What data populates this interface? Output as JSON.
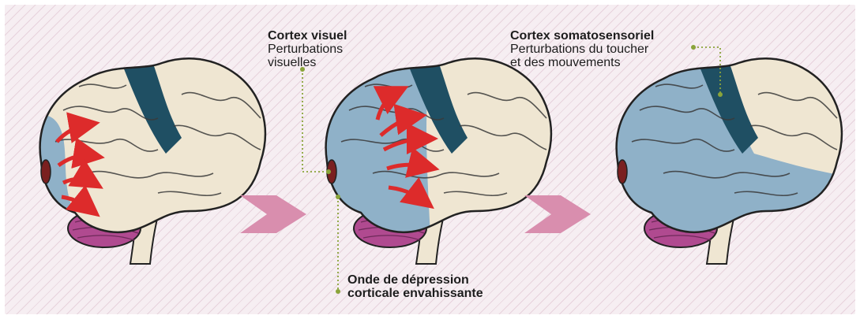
{
  "labels": {
    "visual": {
      "title": "Cortex visuel",
      "line1": "Perturbations",
      "line2": "visuelles"
    },
    "somato": {
      "title": "Cortex somatosensoriel",
      "line1": "Perturbations du toucher",
      "line2": "et des mouvements"
    },
    "wave": {
      "line1": "Onde de dépression",
      "line2": "corticale envahissante"
    }
  },
  "colors": {
    "background": "#f6eef2",
    "stripe": "#d6b0c2",
    "brain_cream": "#efe6d2",
    "affected_blue": "#8fb1c8",
    "dark_sulcus": "#1f4f63",
    "cerebellum": "#b04a90",
    "arrow": "#dd2b2b",
    "chevron": "#d98eae",
    "leader": "#8aa43a"
  },
  "icons": {
    "propagation_arrow": "red-curved-arrow-icon",
    "step_arrow": "pink-chevron-icon"
  }
}
